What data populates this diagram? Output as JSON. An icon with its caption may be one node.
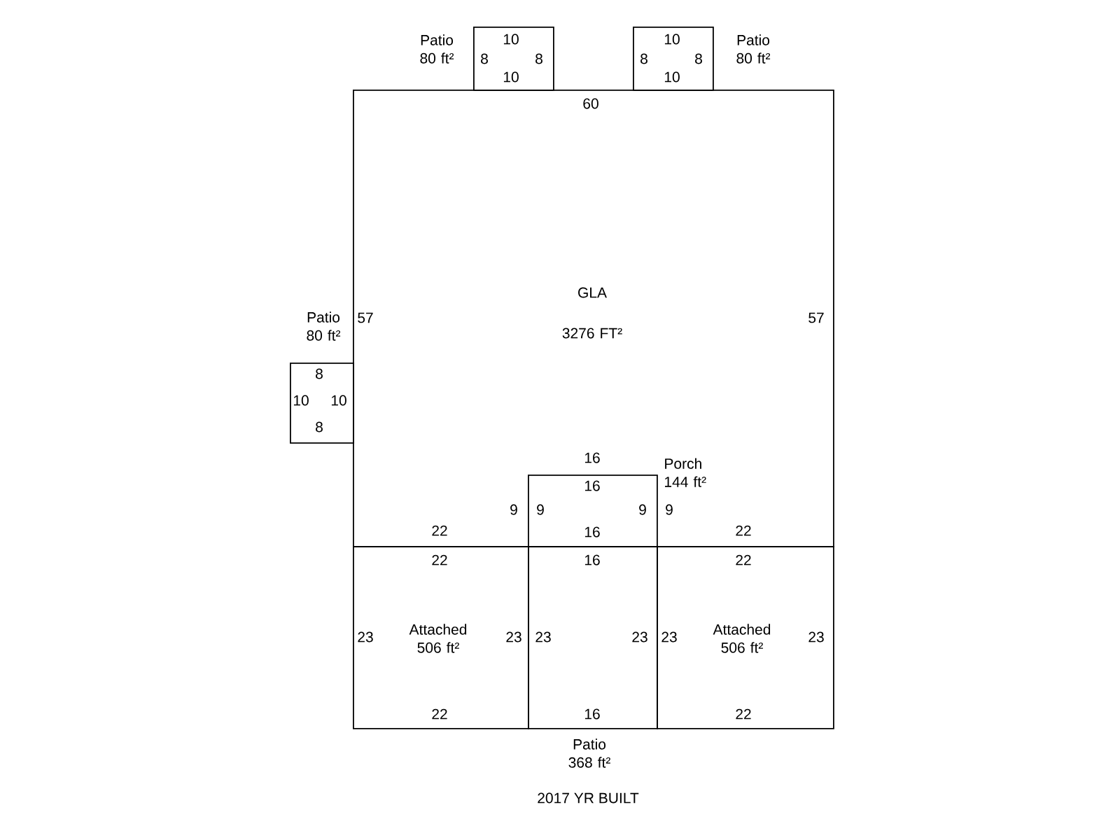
{
  "diagram": {
    "caption": "2017 YR BUILT",
    "nodes": [
      {
        "text": [
          "Patio 80 ft²"
        ]
      },
      {
        "text": [
          "Patio 80 ft²"
        ]
      },
      {
        "text": [
          "GLA",
          "3276 FT²"
        ]
      },
      {
        "text": [
          "Patio 80 ft²"
        ]
      },
      {
        "text": [
          "Porch 144 ft²"
        ],
        "in": 2
      },
      {
        "text": [
          "Attached 506 ft²"
        ]
      },
      {
        "text": [
          "Patio 368 ft²"
        ]
      },
      {
        "text": [
          "Attached 506 ft²"
        ]
      }
    ],
    "labels": [
      "10",
      "10",
      "8",
      "8",
      "8",
      "8",
      "10",
      "10",
      "60",
      "57",
      "57",
      "8",
      "10",
      "10",
      "8",
      "16",
      "16",
      "9",
      "9",
      "9",
      "9",
      "22",
      "16",
      "22",
      "22",
      "16",
      "22",
      "23",
      "23",
      "23",
      "23",
      "23",
      "23",
      "22",
      "16",
      "22"
    ]
  }
}
